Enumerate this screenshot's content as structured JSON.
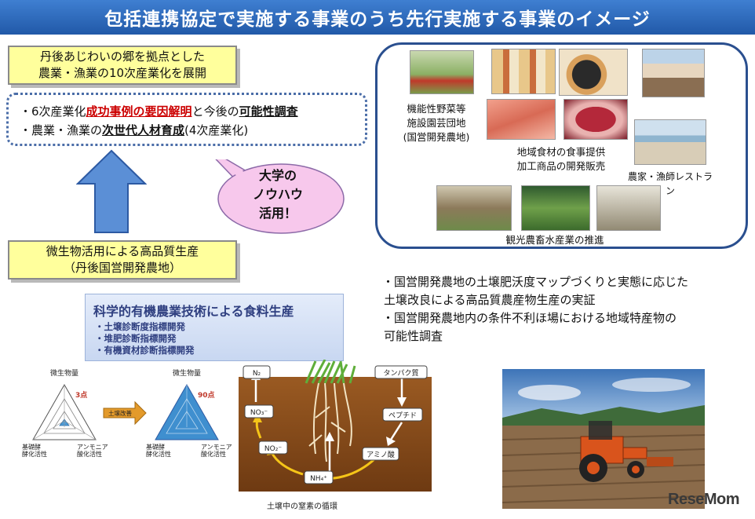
{
  "title": "包括連携協定で実施する事業のうち先行実施する事業のイメージ",
  "top_box": {
    "line1": "丹後あじわいの郷を拠点とした",
    "line2": "農業・漁業の10次産業化を展開"
  },
  "goals": {
    "item1_prefix": "・6次産業化",
    "item1_em1": "成功事例の要因解明",
    "item1_mid": "と今後の",
    "item1_em2": "可能性調査",
    "item2_prefix": "・農業・漁業の",
    "item2_em": "次世代人材育成",
    "item2_suffix": "(4次産業化)"
  },
  "callout": {
    "line1": "大学の",
    "line2": "ノウハウ",
    "line3": "活用！"
  },
  "bottom_box": {
    "line1": "微生物活用による高品質生産",
    "line2": "（丹後国営開発農地）"
  },
  "panel": {
    "label_veg_1": "機能性野菜等",
    "label_veg_2": "施設園芸団地",
    "label_veg_3": "(国営開発農地)",
    "label_food_1": "地域食材の食事提供",
    "label_food_2": "加工商品の開発販売",
    "label_restaurant": "農家・漁師レストラン",
    "label_tourism": "観光農畜水産業の推進"
  },
  "right_bullets": {
    "line1": "・国営開発農地の土壌肥沃度マップづくりと実態に応じた",
    "line2": "土壌改良による高品質農産物生産の実証",
    "line3": "・国営開発農地内の条件不利ほ場における地域特産物の",
    "line4": "可能性調査"
  },
  "science": {
    "title": "科学的有機農業技術による食料生産",
    "items": [
      "・土壌診断度指標開発",
      "・堆肥診断指標開発",
      "・有機資材診断指標開発"
    ]
  },
  "radar": {
    "label_top_left": "微生物量",
    "label_score_left": "3点",
    "label_improve": "土壌改善",
    "label_top_right": "微生物量",
    "label_score_right": "90点",
    "label_bl_1": "基礎酵",
    "label_bl_2": "酵化活性",
    "label_br_1": "アンモニア",
    "label_br_2": "酸化活性"
  },
  "nitrogen": {
    "n2": "N₂",
    "protein": "タンパク質",
    "peptide": "ペプチド",
    "amino": "アミノ酸",
    "nh4": "NH₄⁺",
    "no2": "NO₂⁻",
    "no3": "NO₃⁻",
    "caption": "土壌中の窒素の循環"
  },
  "watermark": "ReseMom"
}
